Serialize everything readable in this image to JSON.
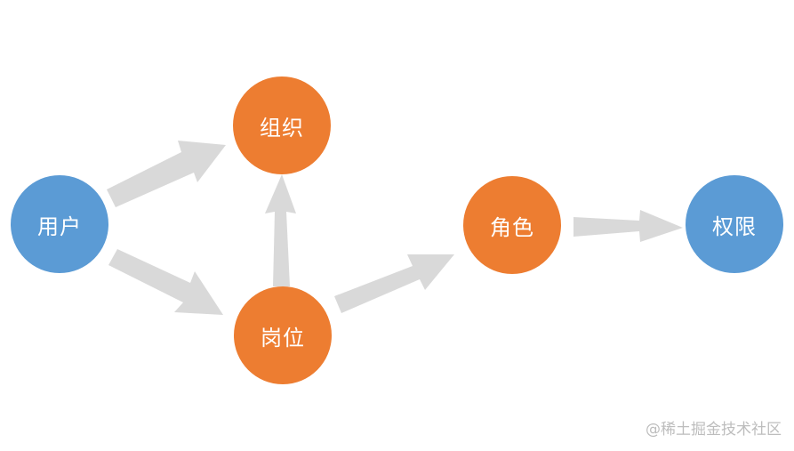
{
  "diagram": {
    "nodes": {
      "user": "用户",
      "org": "组织",
      "post": "岗位",
      "role": "角色",
      "permission": "权限"
    },
    "colors": {
      "blue": "#5b9bd5",
      "orange": "#ed7d31",
      "arrow": "#d9d9d9"
    }
  },
  "watermark": "@稀土掘金技术社区"
}
